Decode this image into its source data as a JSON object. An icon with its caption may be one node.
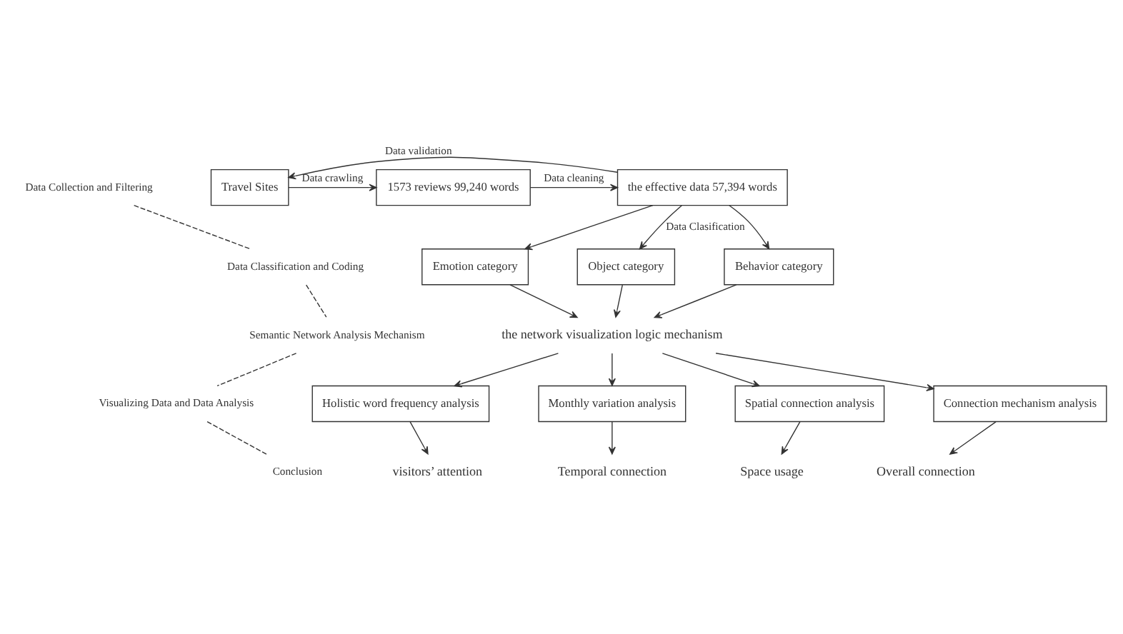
{
  "diagram": {
    "nodes": [
      {
        "text": [
          "Travel Sites"
        ]
      },
      {
        "text": [
          "1573 reviews 99,240 words"
        ]
      },
      {
        "text": [
          "the effective data 57,394 words"
        ]
      },
      {
        "text": [
          "Emotion category"
        ]
      },
      {
        "text": [
          "Object category"
        ]
      },
      {
        "text": [
          "Behavior category"
        ]
      },
      {
        "text": [
          "the network visualization logic mechanism"
        ]
      },
      {
        "text": [
          "Holistic word frequency analysis"
        ]
      },
      {
        "text": [
          "Monthly variation analysis"
        ]
      },
      {
        "text": [
          "Spatial connection analysis"
        ]
      },
      {
        "text": [
          "Connection mechanism analysis"
        ]
      },
      {
        "text": [
          "visitors’ attention"
        ]
      },
      {
        "text": [
          "Temporal connection"
        ]
      },
      {
        "text": [
          "Space usage"
        ]
      },
      {
        "text": [
          "Overall connection"
        ]
      },
      {
        "text": [
          "Data Collection and Filtering"
        ]
      },
      {
        "text": [
          "Data Classification and Coding"
        ]
      },
      {
        "text": [
          "Semantic Network Analysis Mechanism"
        ]
      },
      {
        "text": [
          "Visualizing Data and Data Analysis"
        ]
      },
      {
        "text": [
          "Conclusion"
        ]
      }
    ],
    "edges": [
      {
        "from": 2,
        "to": 0,
        "arrow": "to",
        "label": "Data validation"
      },
      {
        "from": 0,
        "to": 1,
        "arrow": "to",
        "label": "Data crawling"
      },
      {
        "from": 1,
        "to": 2,
        "arrow": "to",
        "label": "Data cleaning"
      },
      {
        "from": 2,
        "to": 3,
        "arrow": "to"
      },
      {
        "from": 2,
        "to": 4,
        "arrow": "to",
        "label": "Data Clasification"
      },
      {
        "from": 2,
        "to": 5,
        "arrow": "to"
      },
      {
        "from": 3,
        "to": 6,
        "arrow": "to"
      },
      {
        "from": 4,
        "to": 6,
        "arrow": "to"
      },
      {
        "from": 5,
        "to": 6,
        "arrow": "to"
      },
      {
        "from": 6,
        "to": 7,
        "arrow": "to"
      },
      {
        "from": 6,
        "to": 8,
        "arrow": "to"
      },
      {
        "from": 6,
        "to": 9,
        "arrow": "to"
      },
      {
        "from": 6,
        "to": 10,
        "arrow": "to"
      },
      {
        "from": 7,
        "to": 11,
        "arrow": "to"
      },
      {
        "from": 8,
        "to": 12,
        "arrow": "to"
      },
      {
        "from": 9,
        "to": 13,
        "arrow": "to"
      },
      {
        "from": 10,
        "to": 14,
        "arrow": "to"
      },
      {
        "from": 15,
        "to": 16,
        "arrow": "none",
        "style": "dashed"
      },
      {
        "from": 16,
        "to": 17,
        "arrow": "none",
        "style": "dashed"
      },
      {
        "from": 17,
        "to": 18,
        "arrow": "none",
        "style": "dashed"
      },
      {
        "from": 18,
        "to": 19,
        "arrow": "none",
        "style": "dashed"
      }
    ]
  }
}
